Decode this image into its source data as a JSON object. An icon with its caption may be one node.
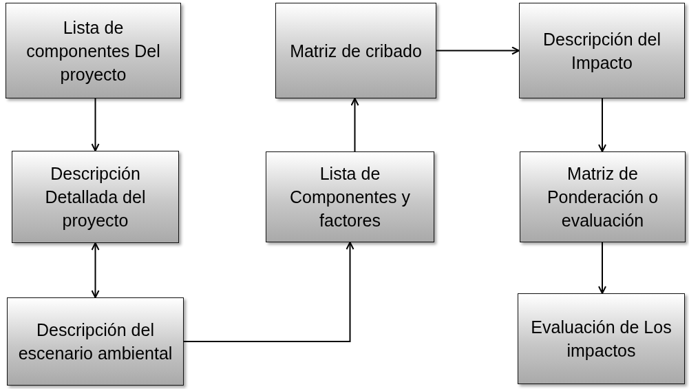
{
  "diagram": {
    "nodes": [
      {
        "text": [
          "Lista de componentes Del proyecto"
        ]
      },
      {
        "text": [
          "Descripción Detallada del proyecto"
        ]
      },
      {
        "text": [
          "Descripción del escenario ambiental"
        ]
      },
      {
        "text": [
          "Lista de Componentes y factores"
        ]
      },
      {
        "text": [
          "Matriz de cribado"
        ]
      },
      {
        "text": [
          "Descripción del Impacto"
        ]
      },
      {
        "text": [
          "Matriz de Ponderación o evaluación"
        ]
      },
      {
        "text": [
          "Evaluación de Los impactos"
        ]
      }
    ],
    "edges": [
      {
        "from": 0,
        "to": 1,
        "arrow": "to"
      },
      {
        "from": 1,
        "to": 2,
        "arrow": "both"
      },
      {
        "from": 2,
        "to": 3,
        "arrow": "to"
      },
      {
        "from": 3,
        "to": 4,
        "arrow": "to"
      },
      {
        "from": 4,
        "to": 5,
        "arrow": "to"
      },
      {
        "from": 5,
        "to": 6,
        "arrow": "to"
      },
      {
        "from": 6,
        "to": 7,
        "arrow": "to"
      }
    ]
  }
}
